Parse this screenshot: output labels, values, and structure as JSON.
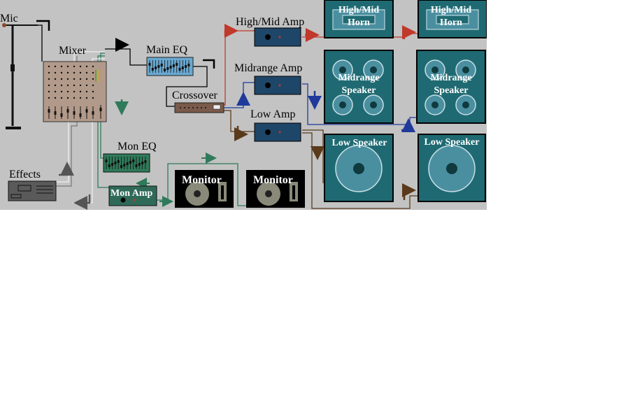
{
  "labels": {
    "mic": "Mic",
    "mixer": "Mixer",
    "main_eq": "Main EQ",
    "high_mid_amp": "High/Mid Amp",
    "midrange_amp": "Midrange Amp",
    "crossover": "Crossover",
    "low_amp": "Low Amp",
    "mon_eq": "Mon EQ",
    "effects": "Effects",
    "mon_amp": "Mon Amp",
    "monitor_1": "Monitor",
    "monitor_2": "Monitor",
    "horn_1_line1": "High/Mid",
    "horn_1_line2": "Horn",
    "horn_2_line1": "High/Mid",
    "horn_2_line2": "Horn",
    "mid_spk_1_line1": "Midrange",
    "mid_spk_1_line2": "Speaker",
    "mid_spk_2_line1": "Midrange",
    "mid_spk_2_line2": "Speaker",
    "low_spk_1": "Low Speaker",
    "low_spk_2": "Low Speaker"
  },
  "colors": {
    "background": "#c3c3c3",
    "high_signal": "#c0392b",
    "mid_signal": "#1f3a9a",
    "low_signal": "#5a3a1a",
    "monitor_signal": "#2f7a5a",
    "main_signal": "#000000",
    "effects_signal": "#555555",
    "speaker_cabinet": "#1f6a72",
    "amp_body": "#1e4668"
  }
}
